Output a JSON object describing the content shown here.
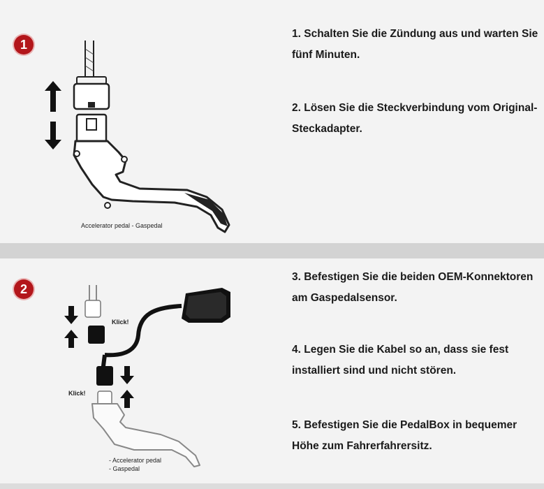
{
  "panel1": {
    "badge": "1",
    "caption": "Accelerator pedal - Gaspedal",
    "steps": [
      "1. Schalten Sie die Zündung aus und warten Sie fünf Minuten.",
      "2. Lösen Sie die Steckverbindung vom Original-Steckadapter."
    ]
  },
  "panel2": {
    "badge": "2",
    "klick_top": "Klick!",
    "klick_left": "Klick!",
    "caption_line1": "- Accelerator pedal",
    "caption_line2": "- Gaspedal",
    "steps": [
      "3. Befestigen Sie die beiden OEM-Konnektoren am Gaspedalsensor.",
      "4. Legen Sie die Kabel so an, dass sie fest installiert sind und nicht stören.",
      "5. Befestigen Sie die PedalBox in bequemer Höhe zum Fahrerfahrersitz."
    ]
  },
  "colors": {
    "badge": "#b3161b",
    "divider": "#d3d3d3"
  }
}
